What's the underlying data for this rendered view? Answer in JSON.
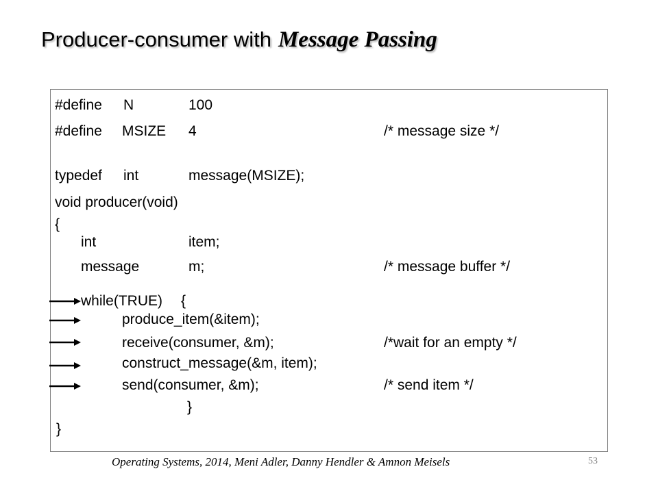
{
  "slide": {
    "title_main": "Producer-consumer with",
    "title_emphasis": "Message Passing",
    "footer": "Operating Systems, 2014, Meni Adler, Danny Hendler & Amnon Meisels",
    "page_number": "53"
  },
  "code": {
    "l01": {
      "a": "#define",
      "b": "N",
      "c": "100"
    },
    "l02": {
      "a": "#define",
      "b": "MSIZE",
      "c": "4",
      "d": "/* message size */"
    },
    "l03": {
      "a": "typedef",
      "b": "int",
      "c": "message(MSIZE);"
    },
    "l04": {
      "a": "void producer(void)"
    },
    "l05": {
      "a": "{"
    },
    "l06": {
      "a": "int",
      "b": "item;"
    },
    "l07": {
      "a": "message",
      "b": "m;",
      "c": "/* message buffer */"
    },
    "l08": {
      "a": "while(TRUE)",
      "b": "{"
    },
    "l09": {
      "a": "produce_item(&item);"
    },
    "l10": {
      "a": "receive(consumer, &m);",
      "b": "/*wait for an empty */"
    },
    "l11": {
      "a": "construct_message(&m, item);"
    },
    "l12": {
      "a": "send(consumer, &m);",
      "b": "/* send item */"
    },
    "l13": {
      "a": "}"
    },
    "l14": {
      "a": "}"
    }
  },
  "arrows": [
    {
      "name": "arrow-icon"
    },
    {
      "name": "arrow-icon"
    },
    {
      "name": "arrow-icon"
    },
    {
      "name": "arrow-icon"
    },
    {
      "name": "arrow-icon"
    }
  ]
}
